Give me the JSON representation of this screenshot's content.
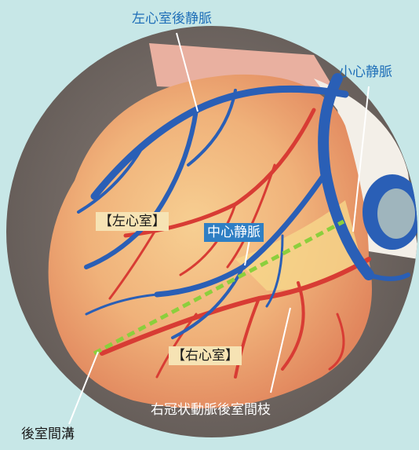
{
  "labels": {
    "left_ventricle_posterior_vein": "左心室後静脈",
    "small_cardiac_vein": "小心静脈",
    "left_ventricle": "【左心室】",
    "middle_cardiac_vein": "中心静脈",
    "right_ventricle": "【右心室】",
    "posterior_interventricular_branch": "右冠状動脈後室間枝",
    "posterior_interventricular_groove": "後室間溝"
  },
  "colors": {
    "background": "#c7e7e7",
    "vein_blue": "#2a5fb6",
    "artery_red": "#d83c34",
    "groove_line_green": "#8ccf3c",
    "heart_surface": "#efb277",
    "label_blue": "#1f6fb8"
  }
}
